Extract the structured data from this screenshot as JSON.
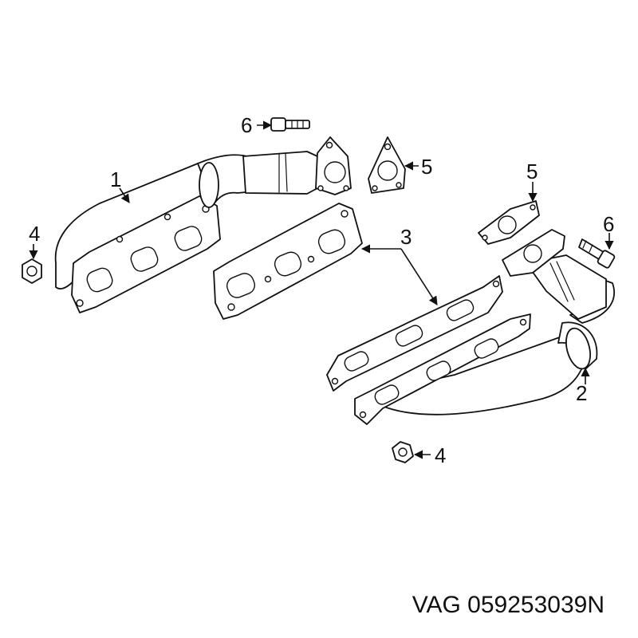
{
  "callouts": {
    "c1": "1",
    "c2": "2",
    "c3": "3",
    "c4a": "4",
    "c4b": "4",
    "c5a": "5",
    "c5b": "5",
    "c6a": "6",
    "c6b": "6"
  },
  "footer": {
    "brand": "VAG",
    "part_number": "059253039N"
  }
}
